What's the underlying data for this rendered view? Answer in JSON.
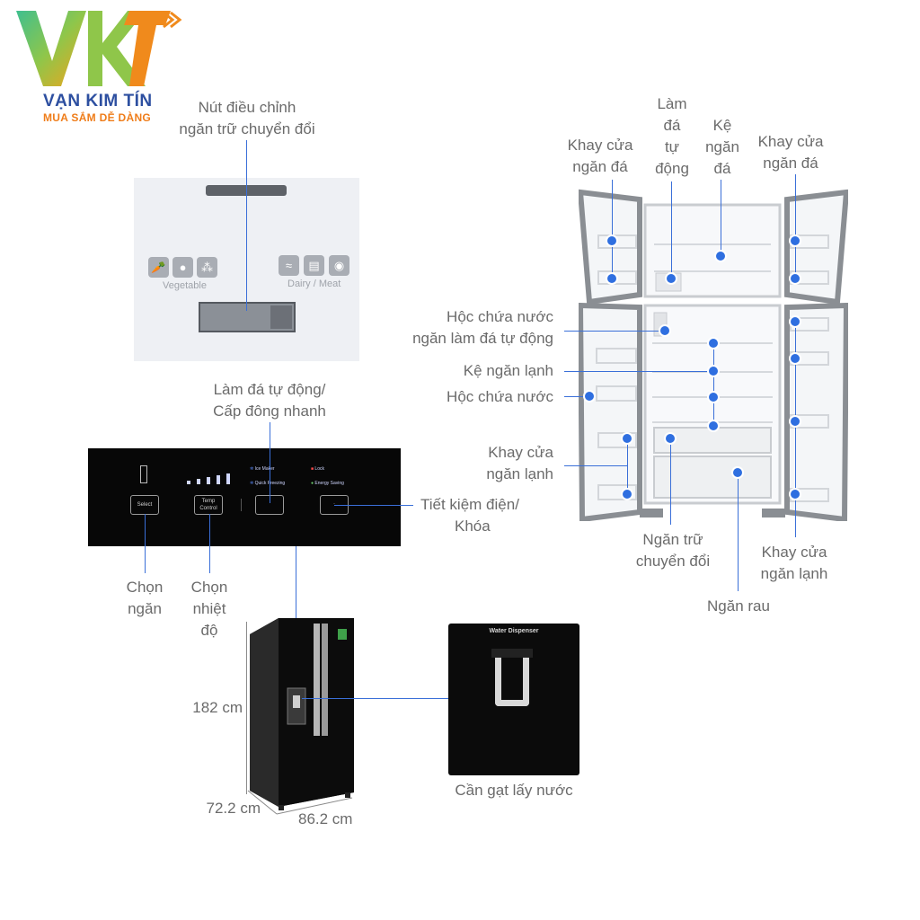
{
  "logo": {
    "mark": "VKT",
    "name": "VẠN KIM TÍN",
    "tagline": "MUA SẮM DỄ DÀNG"
  },
  "drawer_panel": {
    "label_line1": "Nút điều chỉnh",
    "label_line2": "ngăn trữ chuyển đổi",
    "vegetable": "Vegetable",
    "dairy_meat": "Dairy / Meat"
  },
  "control_panel": {
    "top_label_line1": "Làm đá tự động/",
    "top_label_line2": "Cấp đông nhanh",
    "btn_select": "Select",
    "btn_temp_line1": "Temp",
    "btn_temp_line2": "Control",
    "ice_maker": "Ice Maker",
    "quick_freezing": "Quick Freezing",
    "lock": "Lock",
    "energy_saving": "Energy Saving",
    "label_select_line1": "Chọn",
    "label_select_line2": "ngăn",
    "label_temp_line1": "Chọn",
    "label_temp_line2": "nhiệt",
    "label_temp_line3": "độ",
    "label_energy_line1": "Tiết kiệm điện/",
    "label_energy_line2": "Khóa"
  },
  "dimensions": {
    "height": "182 cm",
    "depth": "72.2 cm",
    "width": "86.2 cm"
  },
  "dispenser": {
    "panel_title": "Water Dispenser",
    "label": "Cần gạt lấy nước"
  },
  "fridge_labels": {
    "ice_door_tray_left_line1": "Khay cửa",
    "ice_door_tray_left_line2": "ngăn đá",
    "auto_ice_line1": "Làm",
    "auto_ice_line2": "đá",
    "auto_ice_line3": "tự",
    "auto_ice_line4": "động",
    "freezer_shelf_line1": "Kệ",
    "freezer_shelf_line2": "ngăn",
    "freezer_shelf_line3": "đá",
    "ice_door_tray_right_line1": "Khay cửa",
    "ice_door_tray_right_line2": "ngăn đá",
    "ice_water_box_line1": "Hộc chứa nước",
    "ice_water_box_line2": "ngăn làm đá tự động",
    "fridge_shelf": "Kệ ngăn lạnh",
    "water_box": "Hộc chứa nước",
    "fridge_door_tray_left_line1": "Khay cửa",
    "fridge_door_tray_left_line2": "ngăn lạnh",
    "convertible_line1": "Ngăn trữ",
    "convertible_line2": "chuyển đổi",
    "fridge_door_tray_right_line1": "Khay cửa",
    "fridge_door_tray_right_line2": "ngăn lạnh",
    "vegetable_drawer": "Ngăn rau"
  },
  "colors": {
    "accent_blue": "#2f6fe0",
    "logo_blue": "#2d4fa0",
    "logo_orange": "#ef7d1a",
    "logo_green": "#3fbf8f"
  }
}
